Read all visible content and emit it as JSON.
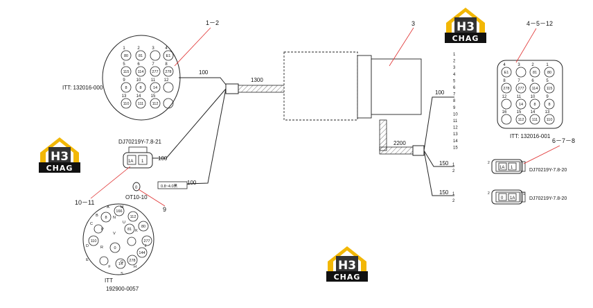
{
  "callouts": {
    "c1": "1－2",
    "c3": "3",
    "c4": "4－5－12",
    "c6": "6－7－8",
    "c9": "9",
    "c10": "10－11"
  },
  "lengths": {
    "l100a": "100",
    "l1300": "1300",
    "l100b": "100",
    "l100c": "100",
    "l100d": "100",
    "l2200": "2200",
    "l150a": "150",
    "l150b": "150"
  },
  "parts": {
    "itt_left": "ITT: 132016-000",
    "itt_right": "ITT: 132016-001",
    "dj_left": "DJ70219Y-7.8-21",
    "dj_right1": "DJ70219Y-7.8-20",
    "dj_right2": "DJ70219Y-7.8-20",
    "ot": "OT10-10",
    "itt_round_1": "ITT",
    "itt_round_2": "192900-0057",
    "tag": "0.8~4.0黑"
  },
  "connector_left": {
    "nums": [
      "1",
      "2",
      "3",
      "4",
      "5",
      "6",
      "7",
      "8",
      "9",
      "10",
      "11",
      "12",
      "13",
      "14",
      "15"
    ],
    "pins": [
      "80",
      "81",
      "",
      "E1",
      "115",
      "114",
      "277",
      "278",
      "8",
      "8",
      "14",
      "",
      "110",
      "111",
      "112",
      ""
    ]
  },
  "connector_right": {
    "nums": [
      "4",
      "3",
      "2",
      "1",
      "8",
      "7",
      "6",
      "5",
      "12",
      "11",
      "10",
      "9",
      "16",
      "15",
      "14",
      "13"
    ],
    "pins": [
      "E1",
      "",
      "81",
      "80",
      "278",
      "277",
      "114",
      "115",
      "",
      "14",
      "8",
      "8",
      "",
      "112",
      "111",
      "110"
    ]
  },
  "wire_numbers": [
    "1",
    "2",
    "3",
    "4",
    "5",
    "6",
    "7",
    "8",
    "9",
    "10",
    "11",
    "12",
    "13",
    "14",
    "15"
  ],
  "plug_right1": [
    "2",
    "1A",
    "1"
  ],
  "plug_right2": [
    "2",
    "0",
    "1A",
    "1"
  ],
  "plug_left": [
    "1A",
    "1"
  ],
  "split_a": [
    "1",
    "2"
  ],
  "split_b": [
    "1",
    "2"
  ],
  "ring_zero": "0",
  "round_connector": {
    "letters": [
      "A",
      "M",
      "B",
      "N",
      "C",
      "P",
      "U",
      "V",
      "K",
      "D",
      "R",
      "J",
      "E",
      "F",
      "G",
      "H",
      "S"
    ],
    "pins": [
      "166",
      "112",
      "8",
      "81",
      "80",
      "110",
      "277",
      "0",
      "144",
      "14",
      "278"
    ]
  },
  "logos": {
    "top": "H3",
    "bottom": "CHAG"
  }
}
